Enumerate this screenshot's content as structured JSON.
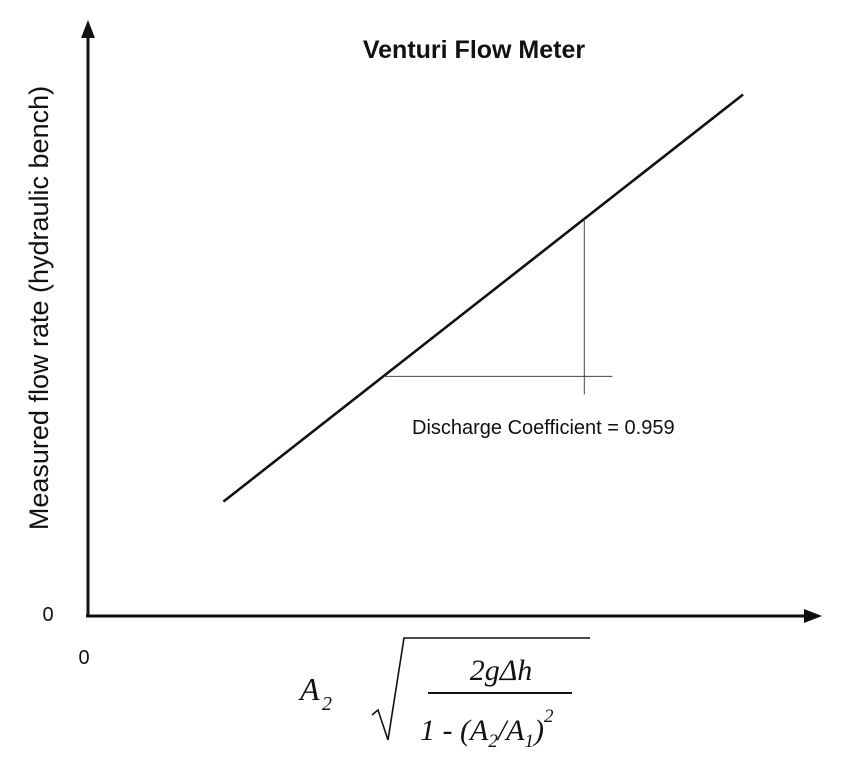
{
  "chart_data": {
    "type": "line",
    "title": "Venturi Flow Meter",
    "ylabel": "Measured flow rate (hydraulic bench)",
    "x_tick_labels": [
      "0"
    ],
    "y_tick_labels": [
      "0"
    ],
    "xlabel": {
      "prefix": "A",
      "prefix_sub": "2",
      "numerator": "2gΔh",
      "denominator": "1 - (A",
      "den_sub1": "2",
      "den_mid": "/A",
      "den_sub2": "1",
      "den_close": ")",
      "den_exp": "2"
    },
    "annotation": "Discharge Coefficient = 0.959",
    "slope": 0.959,
    "xlim": [
      0,
      100
    ],
    "ylim": [
      0,
      100
    ],
    "series": [
      {
        "x": [
          18.5,
          89.5
        ],
        "y": [
          19.2,
          87.5
        ]
      }
    ],
    "slope_triangle": {
      "x0": 40.4,
      "x1": 67.8,
      "y_base": 40.2
    },
    "grid": false,
    "legend": "none",
    "line_color": "#111111"
  }
}
